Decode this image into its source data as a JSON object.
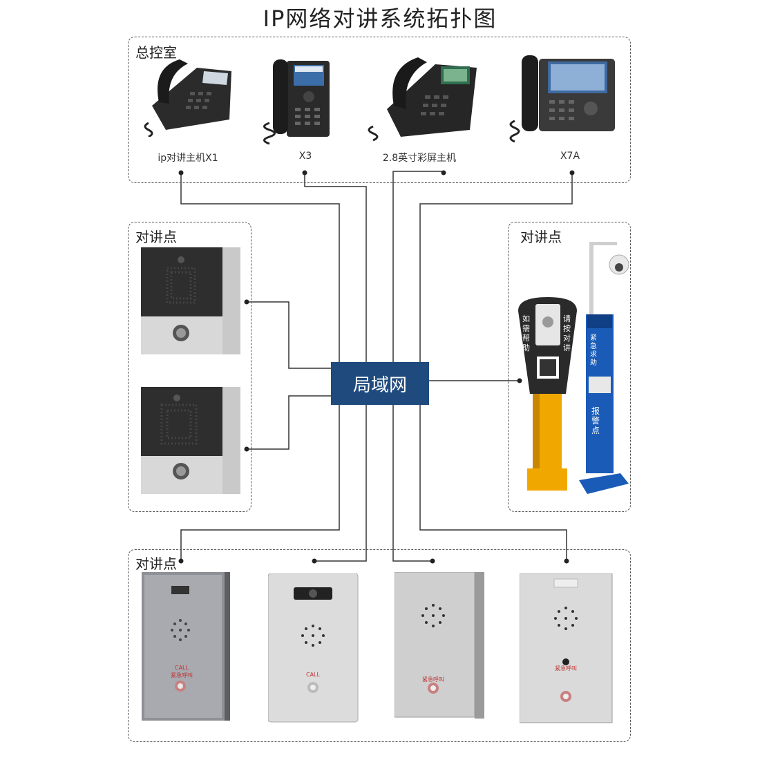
{
  "title": "IP网络对讲系统拓扑图",
  "groups": {
    "control_room": {
      "label": "总控室"
    },
    "intercom_left": {
      "label": "对讲点"
    },
    "intercom_right": {
      "label": "对讲点"
    },
    "intercom_bottom": {
      "label": "对讲点"
    }
  },
  "phones": [
    {
      "label": "ip对讲主机X1"
    },
    {
      "label": "X3"
    },
    {
      "label": "2.8英寸彩屏主机"
    },
    {
      "label": "X7A"
    }
  ],
  "network": {
    "label": "局域网"
  },
  "pillar_station": {
    "left_text": "如需帮助",
    "right_text": "请按对讲"
  },
  "sos_column": {
    "top_text": "紧急求助",
    "bottom_text": "报警点"
  },
  "bottom_panels": [
    {
      "call_text": "CALL",
      "sub_text": "紧急呼叫"
    },
    {
      "call_text": "CALL",
      "sub_text": ""
    },
    {
      "call_text": "",
      "sub_text": "紧急呼叫"
    },
    {
      "call_text": "",
      "sub_text": "紧急呼叫"
    }
  ],
  "colors": {
    "network_box": "#1f4a7d",
    "pillar_yellow": "#f0a800",
    "sos_blue": "#1a5bb8"
  }
}
